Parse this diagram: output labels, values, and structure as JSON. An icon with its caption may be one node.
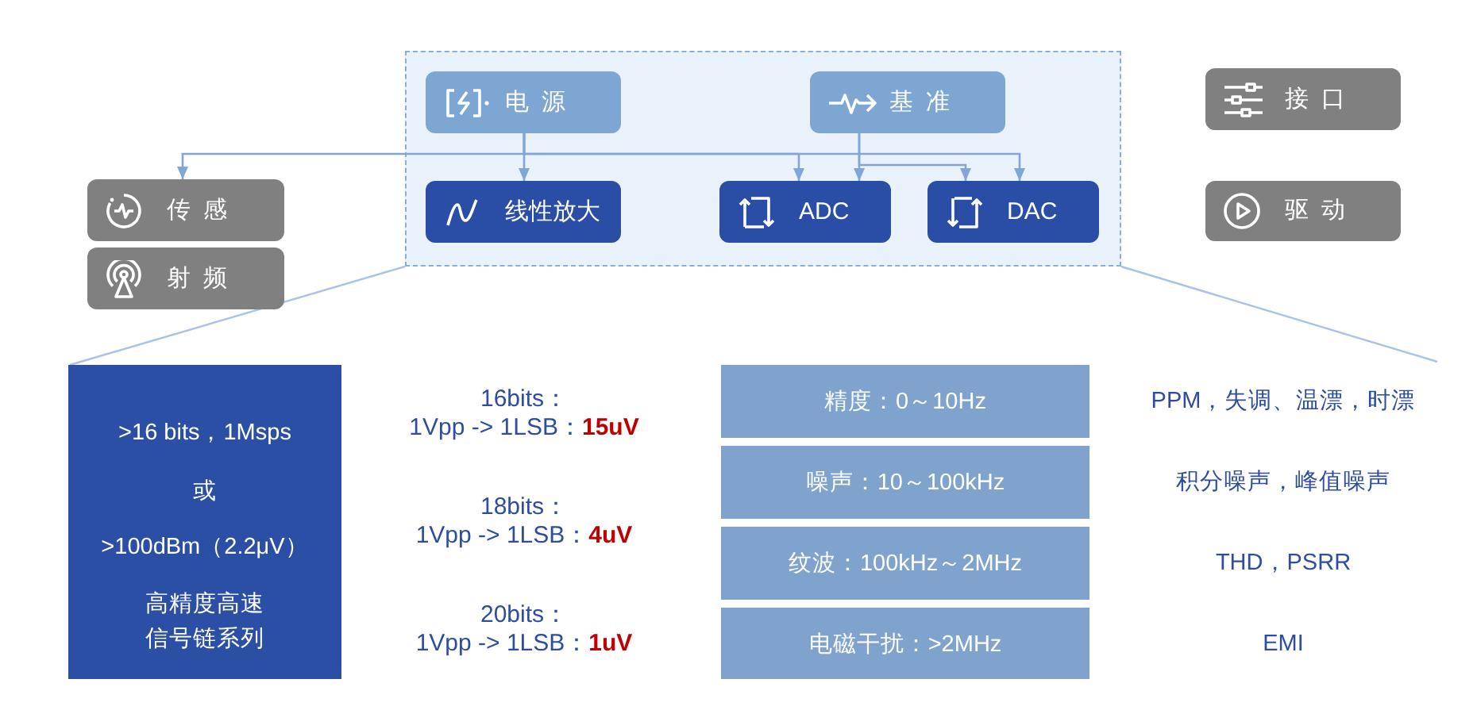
{
  "diagram": {
    "nodes": [
      {
        "text": [],
        "shape": "box"
      },
      {
        "text": [
          "电源"
        ],
        "in": 0
      },
      {
        "text": [
          "基准"
        ],
        "in": 0
      },
      {
        "text": [
          "接口"
        ]
      },
      {
        "text": [
          "传感"
        ]
      },
      {
        "text": [
          "线性放大"
        ],
        "in": 0
      },
      {
        "text": [
          "ADC"
        ],
        "in": 0
      },
      {
        "text": [
          "DAC"
        ],
        "in": 0
      },
      {
        "text": [
          "驱动"
        ]
      },
      {
        "text": [
          "射频"
        ]
      },
      {
        "text": [
          ">16 bits，1Msps",
          "或",
          ">100dBm（2.2μV）",
          "高精度高速信号链系列"
        ]
      },
      {
        "text": [
          "精度：0～10Hz"
        ]
      },
      {
        "text": [
          "噪声：10～100kHz"
        ]
      },
      {
        "text": [
          "纹波：100kHz～2MHz"
        ]
      },
      {
        "text": [
          "电磁干扰：>2MHz"
        ]
      }
    ],
    "edges": [
      {
        "from": 1,
        "to": 5,
        "arrow": "to"
      },
      {
        "from": 1,
        "to": 4,
        "arrow": "to"
      },
      {
        "from": 1,
        "to": 6,
        "arrow": "to"
      },
      {
        "from": 1,
        "to": 7,
        "arrow": "to"
      },
      {
        "from": 2,
        "to": 6,
        "arrow": "to"
      },
      {
        "from": 2,
        "to": 7,
        "arrow": "to"
      }
    ],
    "labels": [
      "16bits： 1Vpp -> 1LSB：**15uV**",
      "PPM，失调、温漂，时漂",
      "积分噪声，峰值噪声",
      "18bits： 1Vpp -> 1LSB：**4uV**",
      "THD，PSRR",
      "20bits： 1Vpp -> 1LSB：**1uV**",
      "EMI"
    ]
  }
}
